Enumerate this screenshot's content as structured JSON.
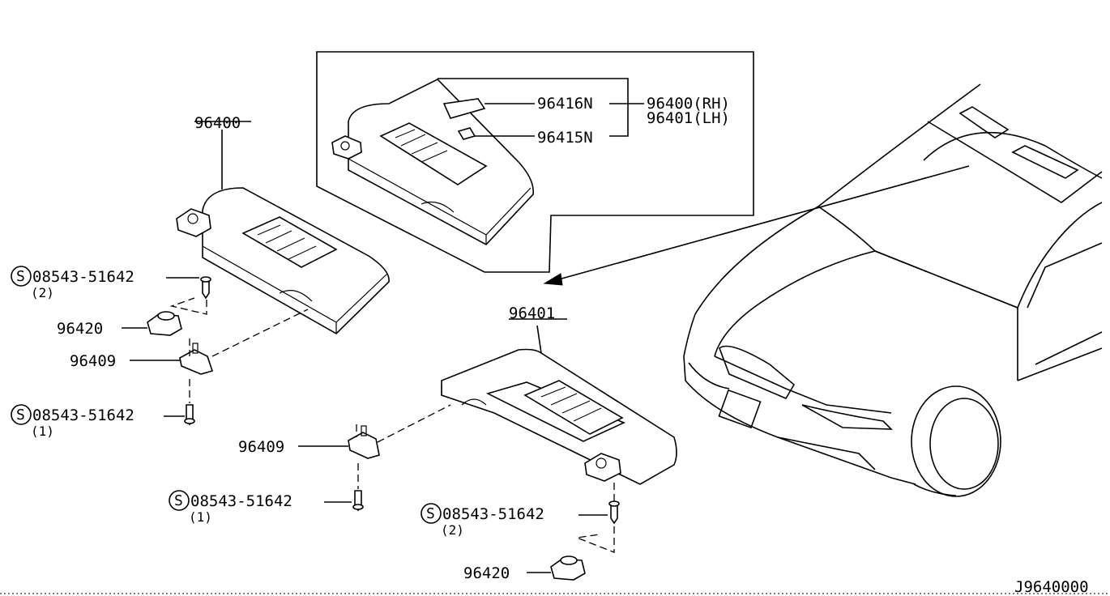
{
  "diagram": {
    "drawing_code": "J9640000",
    "labels": {
      "visor_rh": "96400",
      "visor_lh": "96401",
      "holder_upper": "96420",
      "holder_lower": "96420",
      "bracket_upper": "96409",
      "bracket_lower": "96409",
      "screw_a": "08543-51642",
      "screw_a_qty": "(2)",
      "screw_b": "08543-51642",
      "screw_b_qty": "(1)",
      "screw_c": "08543-51642",
      "screw_c_qty": "(1)",
      "screw_d": "08543-51642",
      "screw_d_qty": "(2)",
      "screw_symbol": "S"
    },
    "inset": {
      "lid": "96416N",
      "cover": "96415N",
      "assembly_rh": "96400(RH)",
      "assembly_lh": "96401(LH)"
    }
  }
}
